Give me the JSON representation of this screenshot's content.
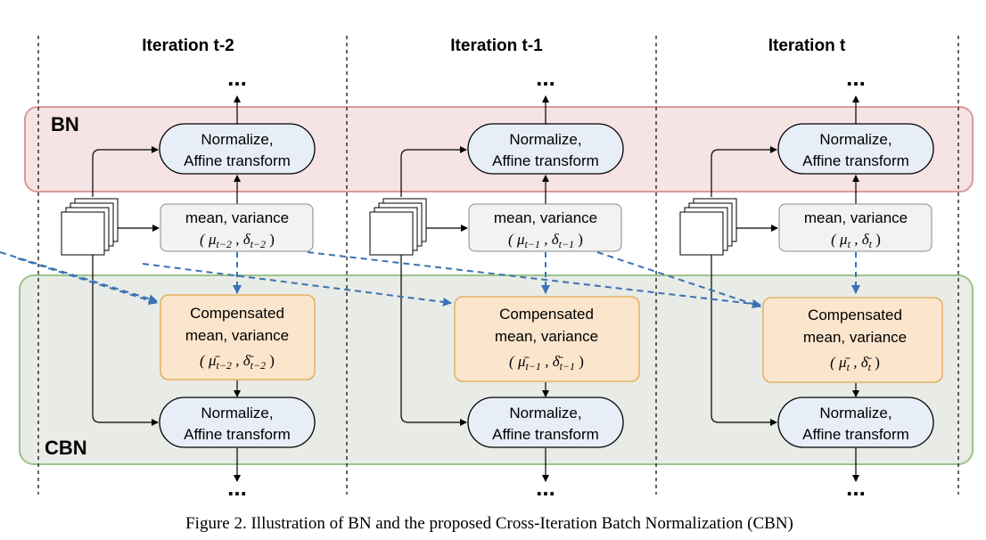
{
  "iterations": [
    {
      "title": "Iteration t-2",
      "normalize_line1": "Normalize,",
      "normalize_line2": "Affine transform",
      "stats_line1": "mean, variance",
      "stats_line2": "( μ",
      "stats_sub1": "t−2",
      "stats_comma": " , δ",
      "stats_sub2": "t−2",
      "stats_close": " )",
      "comp_line1": "Compensated",
      "comp_line2": "mean, variance",
      "comp_line3": "( μ̄",
      "comp_sub1": "t−2",
      "comp_comma": " , δ̄",
      "comp_sub2": "t−2",
      "comp_close": " )",
      "cbn_line1": "Normalize,",
      "cbn_line2": "Affine transform"
    },
    {
      "title": "Iteration t-1",
      "normalize_line1": "Normalize,",
      "normalize_line2": "Affine transform",
      "stats_line1": "mean, variance",
      "stats_line2": "( μ",
      "stats_sub1": "t−1",
      "stats_comma": " , δ",
      "stats_sub2": "t−1",
      "stats_close": " )",
      "comp_line1": "Compensated",
      "comp_line2": "mean, variance",
      "comp_line3": "( μ̄",
      "comp_sub1": "t−1",
      "comp_comma": " , δ̄",
      "comp_sub2": "t−1",
      "comp_close": " )",
      "cbn_line1": "Normalize,",
      "cbn_line2": "Affine transform"
    },
    {
      "title": "Iteration t",
      "normalize_line1": "Normalize,",
      "normalize_line2": "Affine transform",
      "stats_line1": "mean, variance",
      "stats_line2": "( μ",
      "stats_sub1": "t",
      "stats_comma": " , δ",
      "stats_sub2": "t",
      "stats_close": " )",
      "comp_line1": "Compensated",
      "comp_line2": "mean, variance",
      "comp_line3": "( μ̄",
      "comp_sub1": "t",
      "comp_comma": " , δ̄",
      "comp_sub2": "t",
      "comp_close": " )",
      "cbn_line1": "Normalize,",
      "cbn_line2": "Affine transform"
    }
  ],
  "continuation": "...",
  "bn_label": "BN",
  "cbn_label": "CBN",
  "caption": "Figure 2. Illustration of BN and the proposed Cross-Iteration Batch Normalization (CBN)",
  "colors": {
    "bn_fill": "#f6e3e3",
    "bn_stroke": "#d79b9b",
    "cbn_fill": "#e8ebe6",
    "cbn_stroke": "#9bc48a",
    "node_fill": "#e8eef8",
    "stats_fill": "#f2f2f2",
    "comp_fill": "#fbe5cc",
    "comp_stroke": "#e0a84c",
    "dash_arrow": "#3a72b4"
  }
}
